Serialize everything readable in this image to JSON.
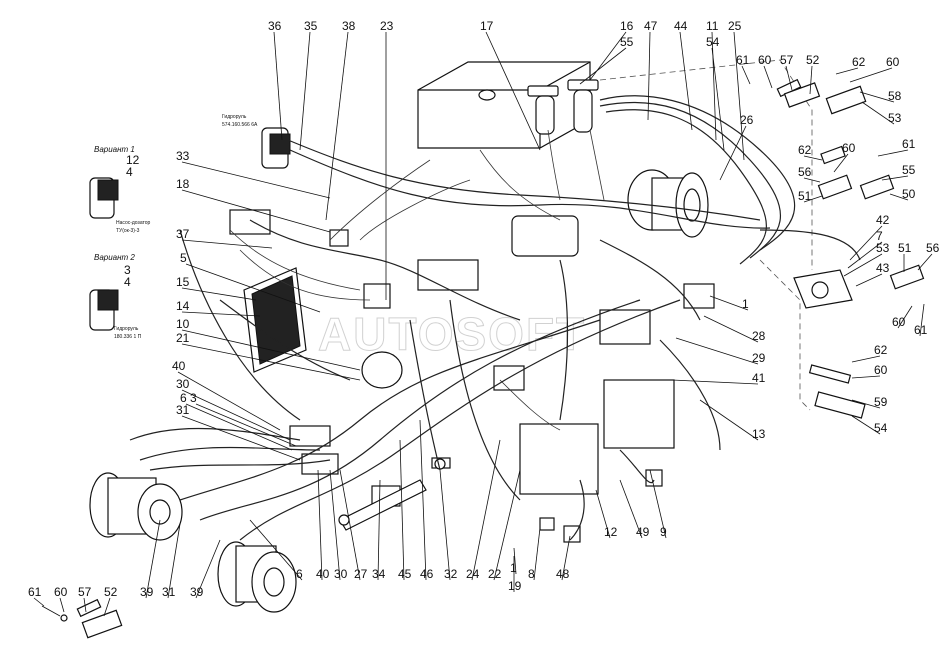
{
  "callouts": [
    {
      "id": "36",
      "text": "36"
    },
    {
      "id": "35",
      "text": "35"
    },
    {
      "id": "38",
      "text": "38"
    },
    {
      "id": "23",
      "text": "23"
    },
    {
      "id": "17",
      "text": "17"
    },
    {
      "id": "16",
      "text": "16"
    },
    {
      "id": "55a",
      "text": "55"
    },
    {
      "id": "47",
      "text": "47"
    },
    {
      "id": "44",
      "text": "44"
    },
    {
      "id": "11",
      "text": "11"
    },
    {
      "id": "54a",
      "text": "54"
    },
    {
      "id": "25",
      "text": "25"
    },
    {
      "id": "61a",
      "text": "61"
    },
    {
      "id": "60a",
      "text": "60"
    },
    {
      "id": "57a",
      "text": "57"
    },
    {
      "id": "52a",
      "text": "52"
    },
    {
      "id": "62a",
      "text": "62"
    },
    {
      "id": "60b",
      "text": "60"
    },
    {
      "id": "58",
      "text": "58"
    },
    {
      "id": "53a",
      "text": "53"
    },
    {
      "id": "26",
      "text": "26"
    },
    {
      "id": "62b",
      "text": "62"
    },
    {
      "id": "60c",
      "text": "60"
    },
    {
      "id": "61b",
      "text": "61"
    },
    {
      "id": "56a",
      "text": "56"
    },
    {
      "id": "55b",
      "text": "55"
    },
    {
      "id": "51a",
      "text": "51"
    },
    {
      "id": "50",
      "text": "50"
    },
    {
      "id": "42",
      "text": "42"
    },
    {
      "id": "7",
      "text": "7"
    },
    {
      "id": "53b",
      "text": "53"
    },
    {
      "id": "43",
      "text": "43"
    },
    {
      "id": "51b",
      "text": "51"
    },
    {
      "id": "56b",
      "text": "56"
    },
    {
      "id": "60d",
      "text": "60"
    },
    {
      "id": "61c",
      "text": "61"
    },
    {
      "id": "33",
      "text": "33"
    },
    {
      "id": "18",
      "text": "18"
    },
    {
      "id": "37",
      "text": "37"
    },
    {
      "id": "5",
      "text": "5"
    },
    {
      "id": "15",
      "text": "15"
    },
    {
      "id": "14",
      "text": "14"
    },
    {
      "id": "10",
      "text": "10"
    },
    {
      "id": "21",
      "text": "21"
    },
    {
      "id": "1a",
      "text": "1"
    },
    {
      "id": "28",
      "text": "28"
    },
    {
      "id": "29",
      "text": "29"
    },
    {
      "id": "41",
      "text": "41"
    },
    {
      "id": "13",
      "text": "13"
    },
    {
      "id": "62c",
      "text": "62"
    },
    {
      "id": "60e",
      "text": "60"
    },
    {
      "id": "59",
      "text": "59"
    },
    {
      "id": "54b",
      "text": "54"
    },
    {
      "id": "40a",
      "text": "40"
    },
    {
      "id": "30a",
      "text": "30"
    },
    {
      "id": "6a",
      "text": "6"
    },
    {
      "id": "31a",
      "text": "31"
    },
    {
      "id": "3a",
      "text": "3"
    },
    {
      "id": "39a",
      "text": "39"
    },
    {
      "id": "31b",
      "text": "31"
    },
    {
      "id": "39b",
      "text": "39"
    },
    {
      "id": "6b",
      "text": "6"
    },
    {
      "id": "40b",
      "text": "40"
    },
    {
      "id": "30b",
      "text": "30"
    },
    {
      "id": "27",
      "text": "27"
    },
    {
      "id": "34",
      "text": "34"
    },
    {
      "id": "45",
      "text": "45"
    },
    {
      "id": "46",
      "text": "46"
    },
    {
      "id": "32",
      "text": "32"
    },
    {
      "id": "24",
      "text": "24"
    },
    {
      "id": "22",
      "text": "22"
    },
    {
      "id": "1b",
      "text": "1"
    },
    {
      "id": "19",
      "text": "19"
    },
    {
      "id": "8",
      "text": "8"
    },
    {
      "id": "48",
      "text": "48"
    },
    {
      "id": "12",
      "text": "12"
    },
    {
      "id": "49",
      "text": "49"
    },
    {
      "id": "9",
      "text": "9"
    },
    {
      "id": "61d",
      "text": "61"
    },
    {
      "id": "60f",
      "text": "60"
    },
    {
      "id": "57b",
      "text": "57"
    },
    {
      "id": "52b",
      "text": "52"
    }
  ],
  "variants": {
    "v1_title": "Вариант 1",
    "v1_nums": [
      "12",
      "4"
    ],
    "v1_caption": "Насос-дозатор",
    "v1_code": "ТУ(ок-3)-3",
    "v2_title": "Вариант 2",
    "v2_nums": [
      "3",
      "4"
    ],
    "v2_caption": "Гидроруль",
    "v2_code": "180.336 1 П"
  },
  "top_label": {
    "name": "Гидроруль",
    "code": "574.160.566 6А"
  },
  "watermark": "AUTOSOFT"
}
